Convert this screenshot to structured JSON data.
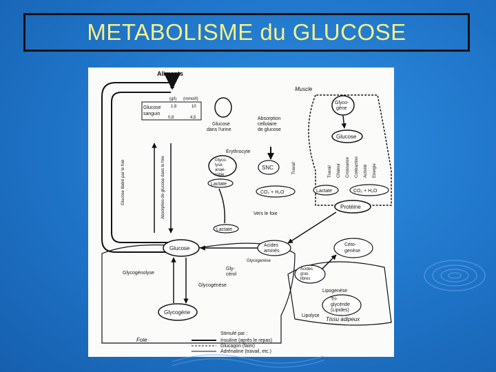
{
  "title": "METABOLISME du GLUCOSE",
  "diagram": {
    "aliments": "Aliments",
    "muscle": "Muscle",
    "glycogene_1": "Glyco-",
    "glycogene_2": "gène",
    "glucose_sanguin_1": "Glucose",
    "glucose_sanguin_2": "sanguin",
    "val_g": "(g/l)",
    "val_mmol": "(mmol/l)",
    "val_1_8": "1,8",
    "val_10": "10",
    "val_0_8": "0,8",
    "val_4_5": "4,5",
    "glucose_urine_1": "Glucose",
    "glucose_urine_2": "dans l'urine",
    "absorption_1": "Absorption",
    "absorption_2": "cellulaire",
    "absorption_3": "de glucose",
    "glucose_muscle": "Glucose",
    "erythrocyte": "Erythrocyte",
    "glycolyse_1": "Glyco-",
    "glycolyse_2": "lyse",
    "glycolyse_3": "anaé-",
    "glycolyse_4": "robie",
    "snc": "SNC",
    "lactate_1": "Lactate",
    "co2_1": "CO₂ + H₂O",
    "lactate_2": "Lactate",
    "co2_2": "CO₂ + H₂O",
    "proteine": "Protéine",
    "vers_foie": "Vers le foie",
    "lactate_3": "Lactate",
    "glucose_foie": "Glucose",
    "acides_amines_1": "Acides",
    "acides_amines_2": "aminés",
    "cetogenese_1": "Céto-",
    "cetogenese_2": "genèse",
    "glycogenese_1": "Glycogenèse",
    "glycogenolyse": "Glycogénolyse",
    "glycerol_1": "Gly-",
    "glycerol_2": "cérol",
    "acides_gras_1": "Acides",
    "acides_gras_2": "gras",
    "acides_gras_3": "libres",
    "glycogenese_2": "Glycogénèse",
    "lipogenese": "Lipogenèse",
    "triglycerides_1": "Tri-",
    "triglycerides_2": "glycéride",
    "triglycerides_3": "(Lipides)",
    "glycogene_foie": "Glycogène",
    "lipolyse": "Lipolyse",
    "tissu_adipeux": "Tissu adipeux",
    "stimule_par": "Stimulé par :",
    "legend_insuline": "Insuline (après le repas)",
    "legend_glucagon": "Glucagon (faim)",
    "legend_adrenaline": "Adrénaline (travail, etc.)",
    "foie": "Foie",
    "vertical_1": "Glucose libéré par le foie",
    "vertical_2": "Absorption de glucose dans le foie",
    "muscle_v1": "Travail",
    "muscle_v2": "Chaleur",
    "muscle_v3": "Croissance",
    "muscle_v4": "Contraction",
    "muscle_v5": "Activité",
    "muscle_v6": "Energie"
  }
}
